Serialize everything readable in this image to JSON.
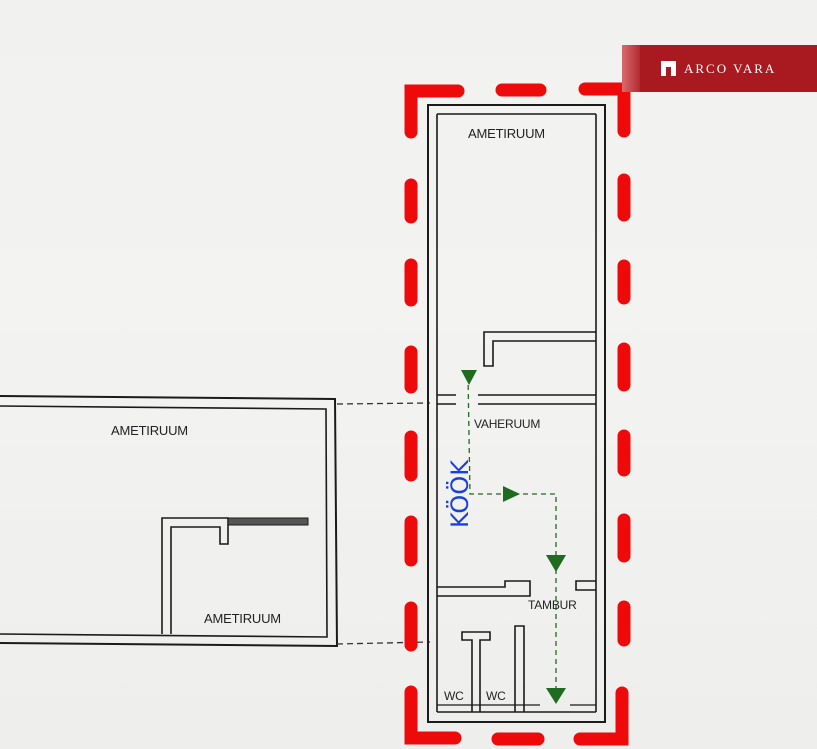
{
  "brand": {
    "name": "ARCO VARA",
    "color": "#a81a20"
  },
  "rooms": {
    "right_top": "AMETIRUUM",
    "vaheruum": "VAHERUUM",
    "tambur": "TAMBUR",
    "wc_left": "WC",
    "wc_right": "WC",
    "left_big": "AMETIRUUM",
    "left_inner": "AMETIRUUM"
  },
  "highlight": {
    "label": "KÖÖK",
    "label_color": "#1a3fe0",
    "boundary_color": "#ee0a0a",
    "arrow_color": "#1f6b1f"
  }
}
